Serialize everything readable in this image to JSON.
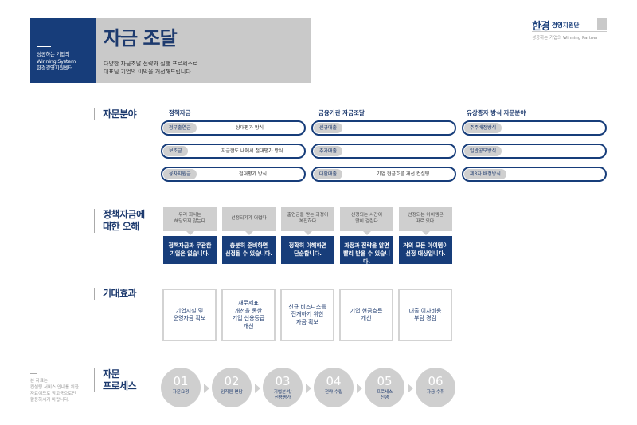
{
  "header": {
    "side_lines": [
      "성공하는 기업의",
      "Winning System",
      "한경경영지원센터"
    ],
    "title": "자금 조달",
    "desc_lines": [
      "다양한 자금조달 전략과 실행 프로세스로",
      "대표님 기업의 이익을 개선해드립니다."
    ],
    "brand_han": "한경",
    "brand_name": "경영지원단",
    "brand_slogan": "성공하는 기업의 Winning Partner"
  },
  "sections": {
    "advisory": "자문분야",
    "myths": [
      "정책자금에",
      "대한 오해"
    ],
    "effects": "기대효과",
    "process": [
      "자문",
      "프로세스"
    ]
  },
  "advisory": {
    "columns": [
      {
        "title": "정책자금",
        "items": [
          {
            "tag": "정부출연금",
            "value": "상대평가 방식"
          },
          {
            "tag": "보조금",
            "value": "자금한도 내에서 절대평가 방식"
          },
          {
            "tag": "융자지원금",
            "value": "절대평가 방식"
          }
        ]
      },
      {
        "title": "금융기관 자금조달",
        "items": [
          {
            "tag": "신규대출",
            "value": ""
          },
          {
            "tag": "추가대출",
            "value": ""
          },
          {
            "tag": "대환대출",
            "value": "기업 현금흐름 개선 컨설팅"
          }
        ]
      },
      {
        "title": "유상증자 방식 자문분야",
        "items": [
          {
            "tag": "주주배정방식",
            "value": ""
          },
          {
            "tag": "일반공모방식",
            "value": ""
          },
          {
            "tag": "제3자 배정방식",
            "value": ""
          }
        ]
      }
    ]
  },
  "myths": [
    {
      "q": [
        "우리 회사는",
        "해당되지 않는다"
      ],
      "a": [
        "정책자금과 무관한",
        "기업은 없습니다."
      ]
    },
    {
      "q": [
        "선정되기가 어렵다"
      ],
      "a": [
        "충분히 준비하면",
        "선정될 수 있습니다."
      ]
    },
    {
      "q": [
        "출연금을 받는 과정이",
        "복잡하다"
      ],
      "a": [
        "정확히 이해하면",
        "단순합니다."
      ]
    },
    {
      "q": [
        "선정되는 시간이",
        "많이 걸린다"
      ],
      "a": [
        "과정과 전략을 알면",
        "빨리 받을 수 있습니다."
      ]
    },
    {
      "q": [
        "선정되는 아이템은",
        "따로 있다."
      ],
      "a": [
        "거의 모든 아이템이",
        "선정 대상입니다."
      ]
    }
  ],
  "effects": [
    [
      "기업시설 및",
      "운영자금 확보"
    ],
    [
      "재무제표",
      "개선을 통한",
      "기업 신용등급",
      "개선"
    ],
    [
      "신규 비즈니스를",
      "전개하기 위한",
      "자금 확보"
    ],
    [
      "기업 현금흐름",
      "개선"
    ],
    [
      "대출 이자비용",
      "부담 경감"
    ]
  ],
  "process": [
    {
      "n": "01",
      "label": [
        "자문요청"
      ]
    },
    {
      "n": "02",
      "label": [
        "임직원 면담"
      ]
    },
    {
      "n": "03",
      "label": [
        "기업분석/",
        "신용평가"
      ]
    },
    {
      "n": "04",
      "label": [
        "전략 수립"
      ]
    },
    {
      "n": "05",
      "label": [
        "프로세스",
        "진행"
      ]
    },
    {
      "n": "06",
      "label": [
        "자금 수취"
      ]
    }
  ],
  "note_lines": [
    "본 자료는",
    "컨설팅 서비스 안내를 위한",
    "자료이므로 참고용으로만",
    "활용하시기 바랍니다."
  ]
}
